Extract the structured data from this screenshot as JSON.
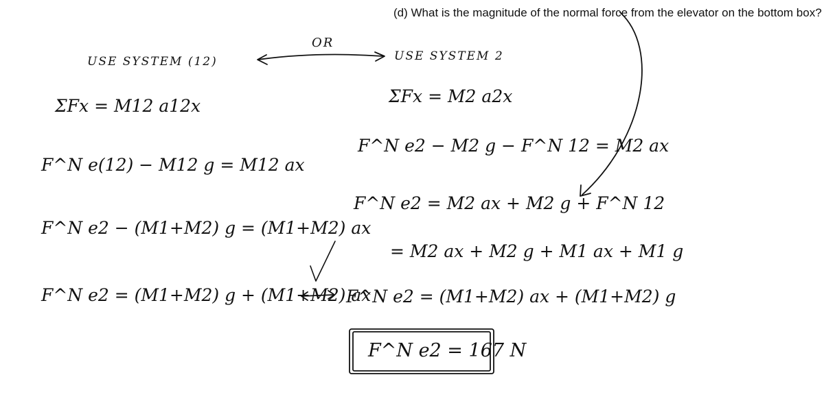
{
  "question": {
    "text": "(d)  What is the magnitude of the normal force from the elevator on the bottom box?"
  },
  "connector": {
    "label": "OR"
  },
  "left_solution": {
    "heading": "USE SYSTEM (12)",
    "lines": [
      "ΣFx = M12 a12x",
      "F^N e(12) − M12 g = M12 ax",
      "F^N e2 − (M1+M2) g = (M1+M2) ax",
      "F^N e2 = (M1+M2) g + (M1+M2) ax"
    ]
  },
  "right_solution": {
    "heading": "USE SYSTEM 2",
    "lines": [
      "ΣFx = M2 a2x",
      "F^N e2 − M2 g − F^N 12 = M2 ax",
      "F^N e2 = M2 ax + M2 g + F^N 12",
      "= M2 ax + M2 g + M1 ax + M1 g",
      "F^N e2 = (M1+M2) ax + (M1+M2) g"
    ],
    "answer": "F^N e2 = 167 N"
  },
  "marks": {
    "check": "✓"
  },
  "colors": {
    "ink": "#111111",
    "background": "#ffffff"
  }
}
